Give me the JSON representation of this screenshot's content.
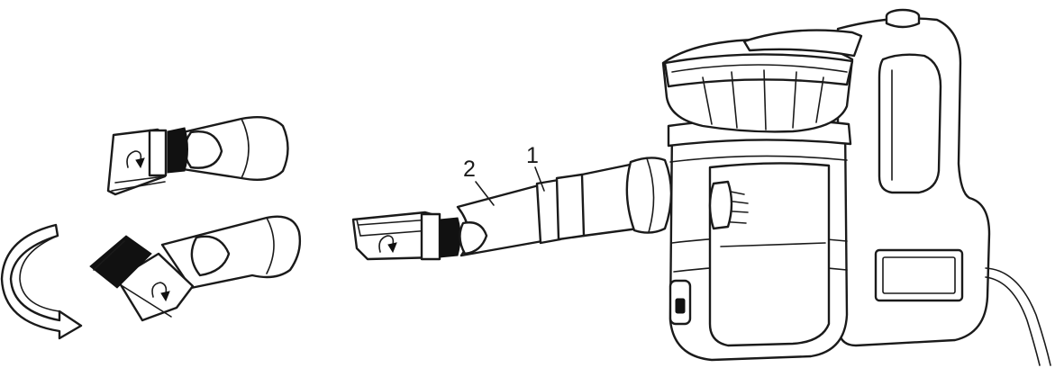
{
  "diagram": {
    "callouts": [
      {
        "id": "1",
        "label": "1"
      },
      {
        "id": "2",
        "label": "2"
      }
    ],
    "colors": {
      "line": "#1a1a1a",
      "background": "#ffffff",
      "brush": "#111111"
    },
    "icons": [
      "rotate-arrow-icon",
      "brush-bristles-icon",
      "curved-arrow-icon"
    ]
  }
}
